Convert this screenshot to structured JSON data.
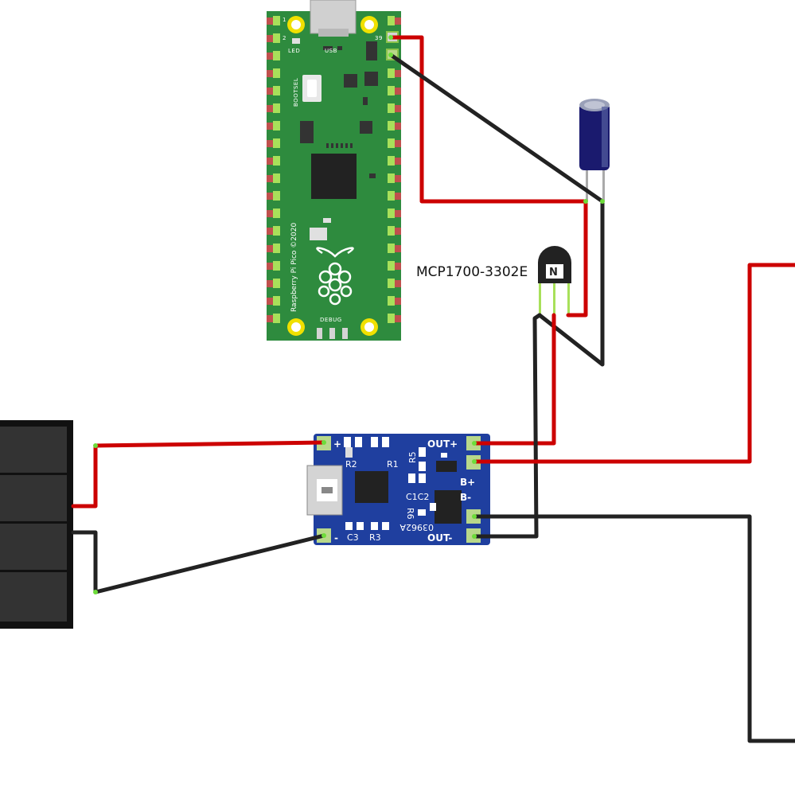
{
  "diagram": {
    "regulator_label": "MCP1700-3302E",
    "pico": {
      "pin1": "1",
      "pin2": "2",
      "pin39": "39",
      "led": "LED",
      "usb": "USB",
      "bootsel": "BOOTSEL",
      "board_name": "Raspberry Pi Pico ©2020",
      "debug": "DEBUG"
    },
    "charger": {
      "out_plus": "OUT+",
      "out_minus": "OUT-",
      "b_plus": "B+",
      "b_minus": "B-",
      "plus": "+",
      "minus": "-",
      "r1": "R1",
      "r2": "R2",
      "r3": "R3",
      "r5": "R5",
      "r6": "R6",
      "c1c2": "C1C2",
      "c3": "C3",
      "code": "03962A"
    }
  },
  "colors": {
    "wire_positive": "#cc0000",
    "wire_ground": "#222222",
    "pico_board": "#2e8b3e",
    "charger_board": "#1f3f9f",
    "capacitor": "#1a1a6e"
  }
}
